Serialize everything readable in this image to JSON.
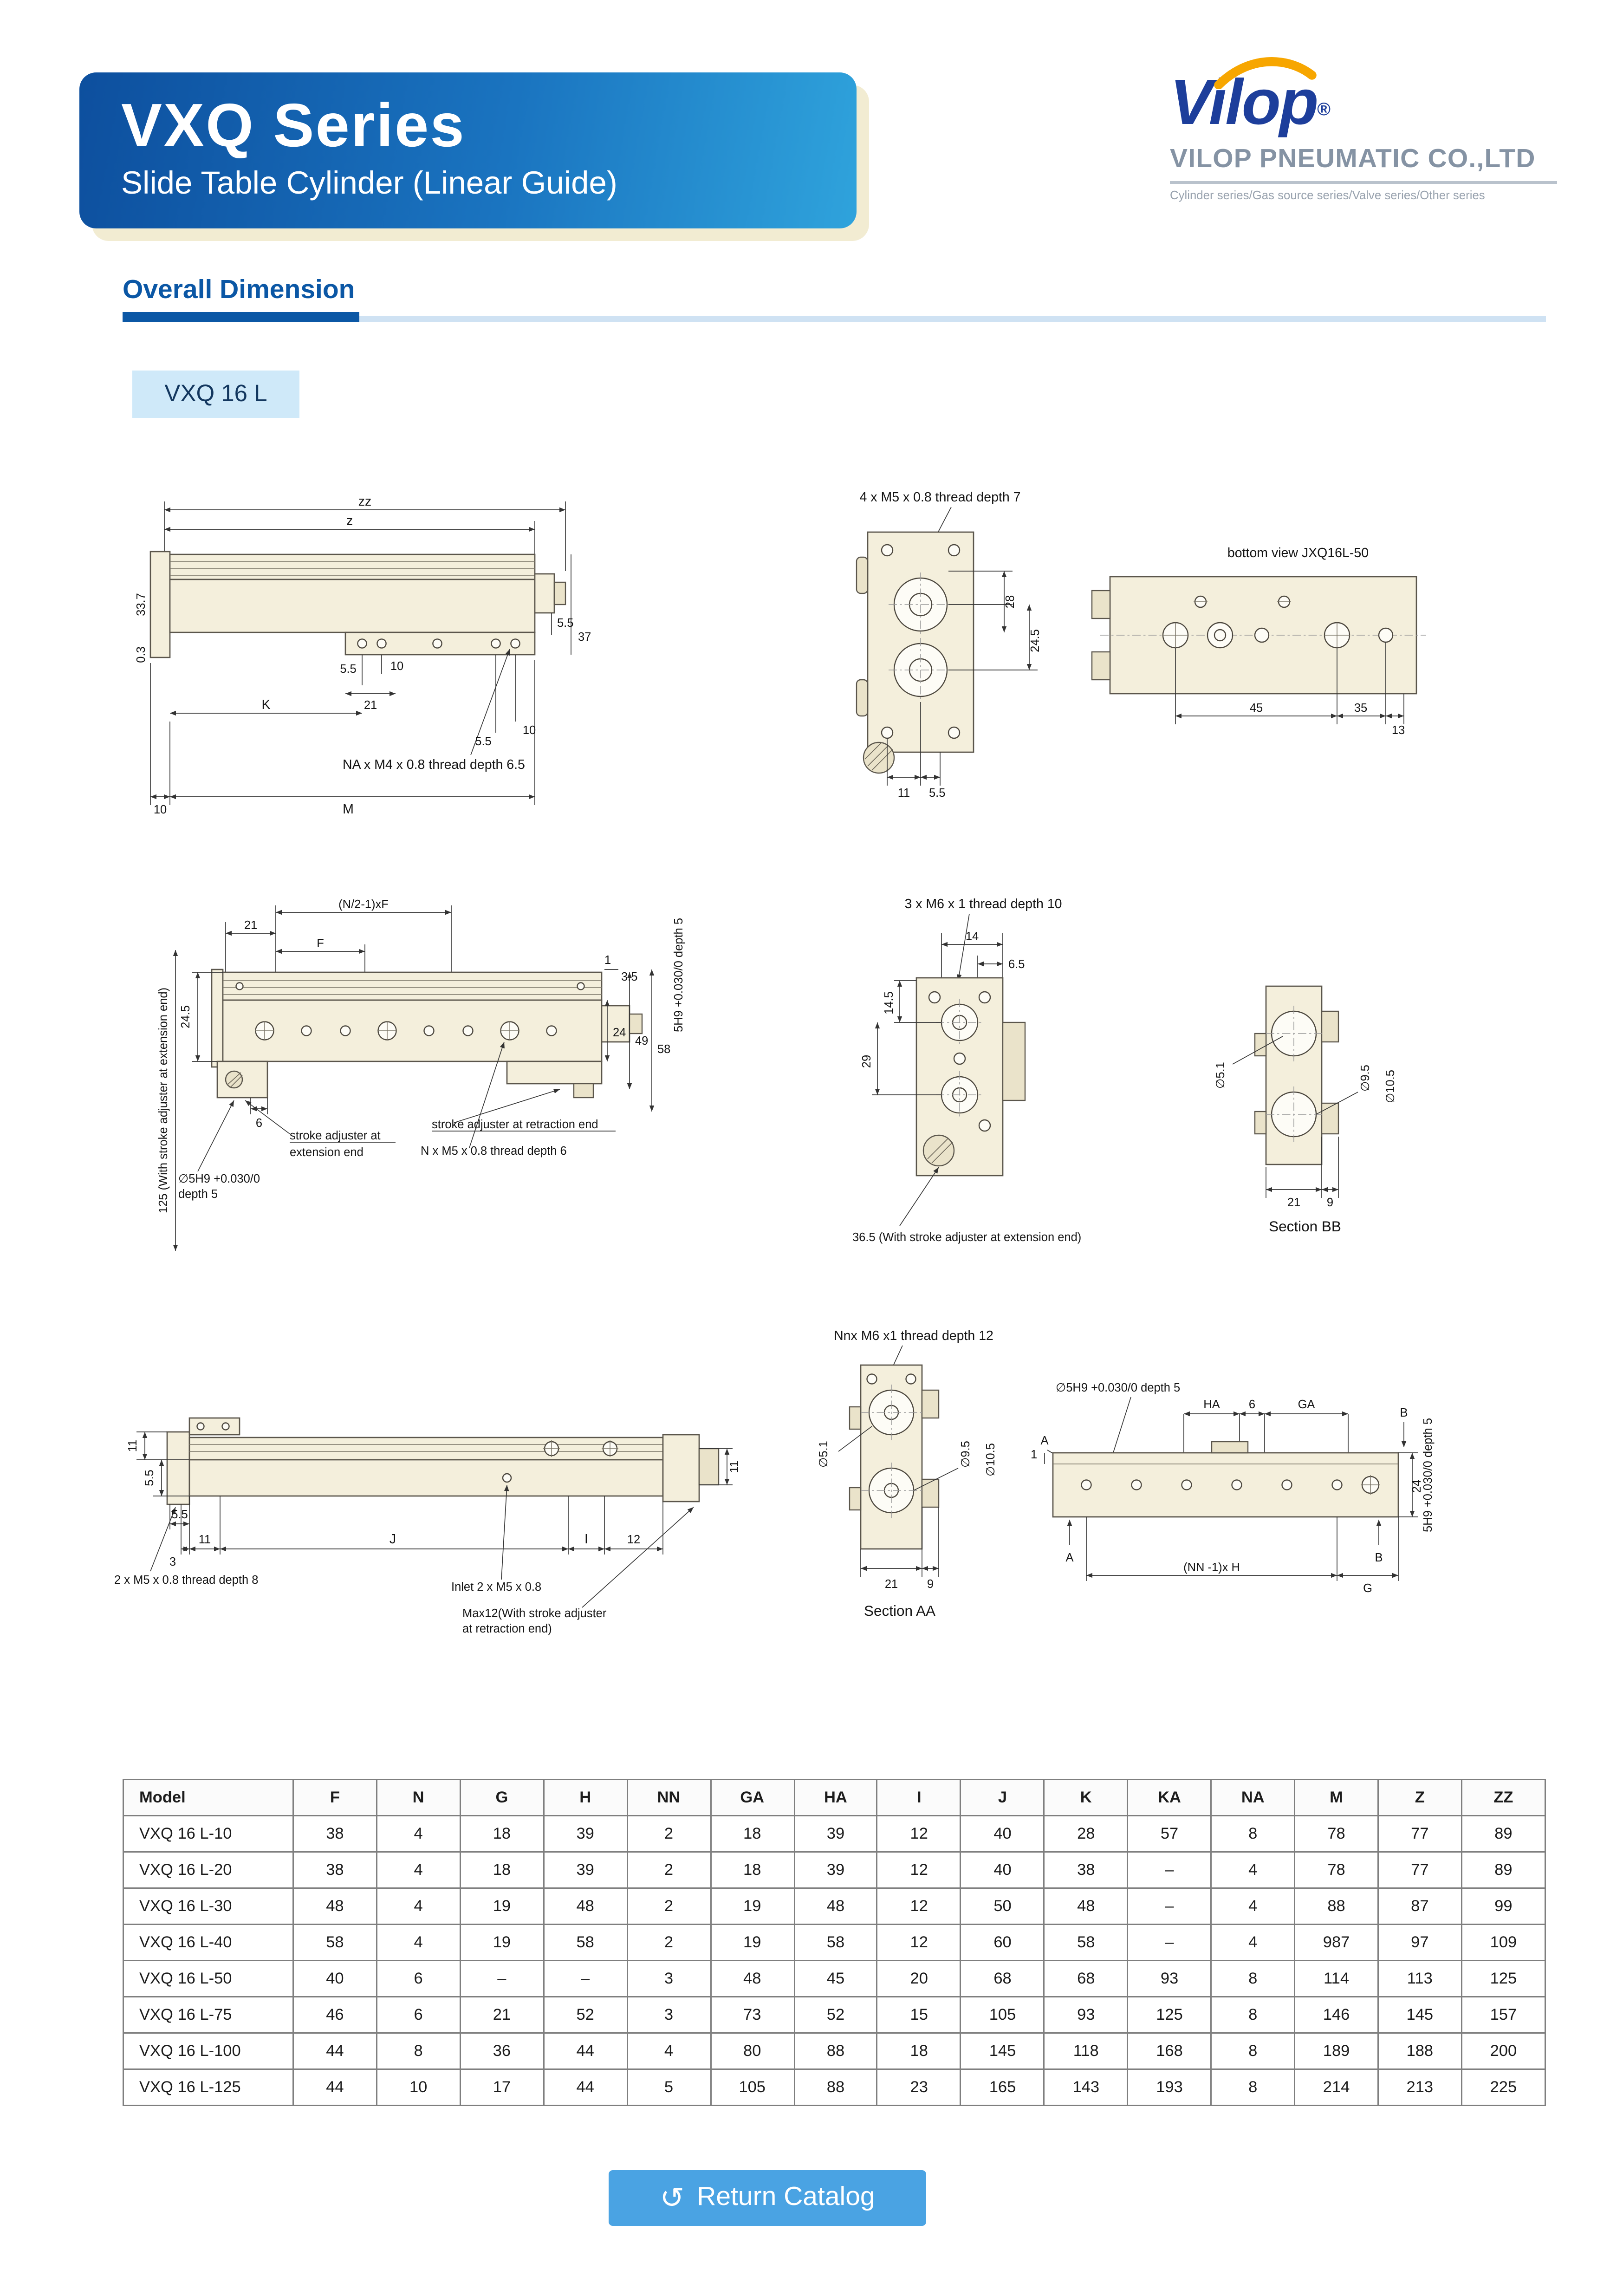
{
  "header": {
    "series_title": "VXQ Series",
    "series_subtitle": "Slide Table Cylinder (Linear Guide)",
    "brand": {
      "logo_text": "Vilop",
      "registered": "®",
      "company": "VILOP PNEUMATIC CO.,LTD",
      "tagline": "Cylinder series/Gas source series/Valve series/Other series"
    }
  },
  "section": {
    "title": "Overall Dimension",
    "model_label": "VXQ 16 L"
  },
  "drawings": {
    "side_view": {
      "zz": "zz",
      "z": "z",
      "d33_7": "33.7",
      "d0_3": "0.3",
      "d5_5_top": "5.5",
      "d37": "37",
      "d5_5_a": "5.5",
      "d10_a": "10",
      "d21": "21",
      "k": "K",
      "d5_5_b": "5.5",
      "d10_b": "10",
      "note": "NA x M4 x 0.8 thread depth 6.5",
      "d10_c": "10",
      "m": "M"
    },
    "end_view": {
      "note": "4 x M5 x 0.8 thread depth 7",
      "d28": "28",
      "d24_5": "24.5",
      "d11": "11",
      "d5_5": "5.5"
    },
    "bottom_view": {
      "title": "bottom view JXQ16L-50",
      "d45": "45",
      "d35": "35",
      "d13": "13"
    },
    "front_view": {
      "d21": "21",
      "nf": "(N/2-1)xF",
      "f": "F",
      "tol_top": "5H9 +0.030/0  depth 5",
      "d1": "1",
      "d3_5": "3.5",
      "d24_5": "24.5",
      "d24": "24",
      "d49": "49",
      "d58": "58",
      "left_note": "125 (With stroke adjuster at extension end)",
      "d6": "6",
      "ext1": "stroke adjuster at",
      "ext2": "extension end",
      "ret": "stroke adjuster at retraction end",
      "note_n": "N x M5 x 0.8 thread depth 6",
      "tol1": "∅5H9 +0.030/0",
      "tol2": "depth 5"
    },
    "port_view": {
      "note": "3 x M6 x 1 thread depth 10",
      "d14": "14",
      "d6_5": "6.5",
      "d14_5": "14.5",
      "d29": "29",
      "bottom_note": "36.5 (With stroke adjuster at extension end)"
    },
    "section_bb": {
      "d5_1": "∅5.1",
      "d9_5": "∅9.5",
      "d10_5": "∅10.5",
      "d21": "21",
      "d9": "9",
      "caption": "Section BB"
    },
    "under_view": {
      "d11_l": "11",
      "d5_5_l": "5.5",
      "d5_5_b": "5.5",
      "d3": "3",
      "d11_b": "11",
      "thread": "2 x M5 x 0.8 thread depth 8",
      "j": "J",
      "i": "I",
      "d12": "12",
      "d11_r": "11",
      "inlet": "Inlet 2 x M5 x 0.8",
      "max1": "Max12(With stroke adjuster",
      "max2": "at retraction end)"
    },
    "section_aa": {
      "note": "Nnx M6 x1 thread depth 12",
      "d5_1": "∅5.1",
      "d9_5": "∅9.5",
      "d10_5": "∅10.5",
      "d21": "21",
      "d9": "9",
      "caption": "Section AA"
    },
    "plan_view": {
      "tol_left": "∅5H9 +0.030/0 depth 5",
      "ha": "HA",
      "d6": "6",
      "ga": "GA",
      "a_top": "A",
      "b_top": "B",
      "tol_right": "5H9 +0.030/0  depth 5",
      "d1": "1",
      "d24": "24",
      "a_bot": "A",
      "b_bot": "B",
      "nnh": "(NN -1)x H",
      "g": "G"
    }
  },
  "table": {
    "columns": [
      "Model",
      "F",
      "N",
      "G",
      "H",
      "NN",
      "GA",
      "HA",
      "I",
      "J",
      "K",
      "KA",
      "NA",
      "M",
      "Z",
      "ZZ"
    ],
    "rows": [
      [
        "VXQ 16 L-10",
        "38",
        "4",
        "18",
        "39",
        "2",
        "18",
        "39",
        "12",
        "40",
        "28",
        "57",
        "8",
        "78",
        "77",
        "89"
      ],
      [
        "VXQ 16 L-20",
        "38",
        "4",
        "18",
        "39",
        "2",
        "18",
        "39",
        "12",
        "40",
        "38",
        "–",
        "4",
        "78",
        "77",
        "89"
      ],
      [
        "VXQ 16 L-30",
        "48",
        "4",
        "19",
        "48",
        "2",
        "19",
        "48",
        "12",
        "50",
        "48",
        "–",
        "4",
        "88",
        "87",
        "99"
      ],
      [
        "VXQ 16 L-40",
        "58",
        "4",
        "19",
        "58",
        "2",
        "19",
        "58",
        "12",
        "60",
        "58",
        "–",
        "4",
        "987",
        "97",
        "109"
      ],
      [
        "VXQ 16 L-50",
        "40",
        "6",
        "–",
        "–",
        "3",
        "48",
        "45",
        "20",
        "68",
        "68",
        "93",
        "8",
        "114",
        "113",
        "125"
      ],
      [
        "VXQ 16 L-75",
        "46",
        "6",
        "21",
        "52",
        "3",
        "73",
        "52",
        "15",
        "105",
        "93",
        "125",
        "8",
        "146",
        "145",
        "157"
      ],
      [
        "VXQ 16 L-100",
        "44",
        "8",
        "36",
        "44",
        "4",
        "80",
        "88",
        "18",
        "145",
        "118",
        "168",
        "8",
        "189",
        "188",
        "200"
      ],
      [
        "VXQ 16 L-125",
        "44",
        "10",
        "17",
        "44",
        "5",
        "105",
        "88",
        "23",
        "165",
        "143",
        "193",
        "8",
        "214",
        "213",
        "225"
      ]
    ]
  },
  "footer": {
    "return_button": "Return Catalog"
  },
  "colors": {
    "banner_gradient_start": "#0d4f9e",
    "banner_gradient_end": "#2fa3dc",
    "heading_blue": "#0b57a5",
    "chip_background": "#cfe9f9",
    "logo_blue": "#1d3e9b",
    "logo_orange": "#f7a600",
    "button_blue": "#4aa3e3",
    "drawing_fill": "#f4efdc"
  }
}
